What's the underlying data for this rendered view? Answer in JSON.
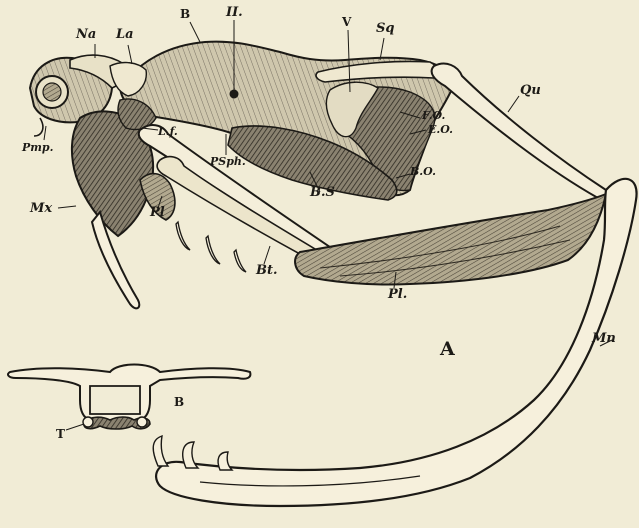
{
  "figure": {
    "labels": {
      "na": "Na",
      "la": "La",
      "b_top": "B",
      "ii": "II.",
      "v": "V",
      "sq": "Sq",
      "pmp": "Pmp.",
      "lf": "L.f.",
      "psph": "PSph.",
      "fo": "F.O.",
      "eo": "E.O.",
      "bo": "B.O.",
      "qu": "Qu",
      "mx": "Mx",
      "bs": "B.S",
      "pl_upper": "Pl",
      "bt": "Bt.",
      "pl_lower": "Pl.",
      "a": "A",
      "mn": "Mn",
      "b_inset": "B",
      "t": "T"
    },
    "colors": {
      "paper": "#f1ecd6",
      "ink": "#1c1a16",
      "shade_dark": "#3a352c",
      "shade_mid": "#6e675a",
      "shade_light": "#a59d8a"
    }
  }
}
